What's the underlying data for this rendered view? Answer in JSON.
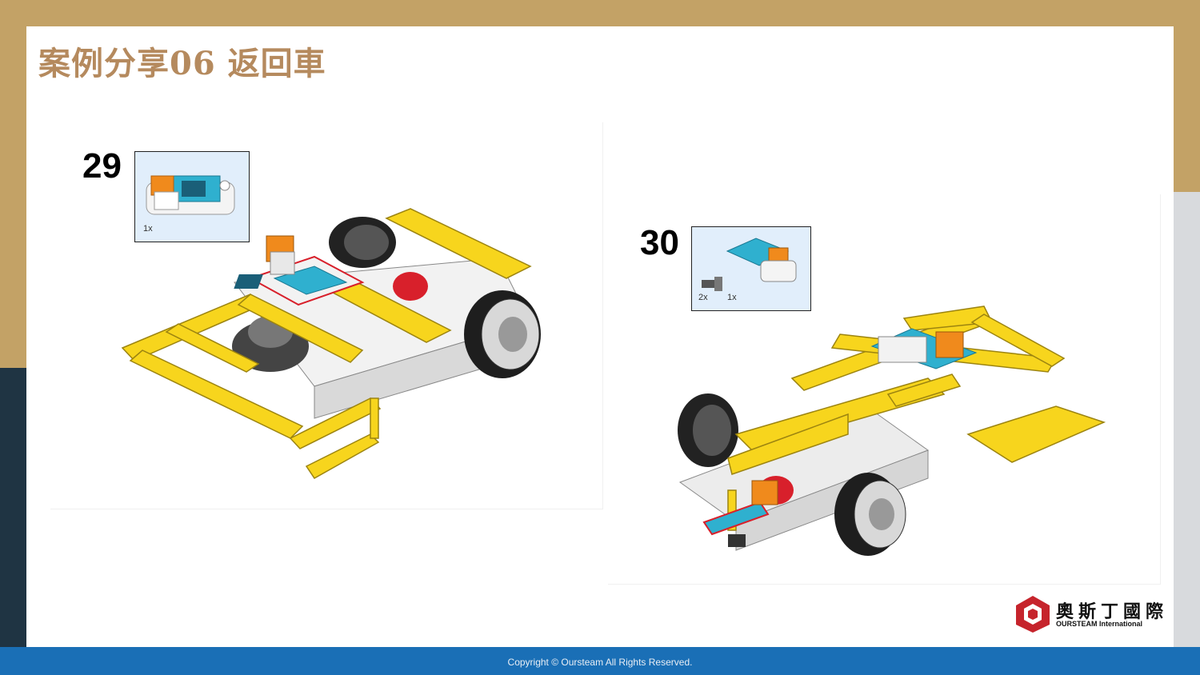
{
  "slide": {
    "title": "案例分享06 返回車"
  },
  "steps": [
    {
      "number": "29",
      "callout_quantities": [
        "1x"
      ]
    },
    {
      "number": "30",
      "callout_quantities": [
        "2x",
        "1x"
      ]
    }
  ],
  "logo": {
    "chinese": "奧斯丁國際",
    "english": "OURSTEAM International"
  },
  "footer": {
    "copyright": "Copyright © Oursteam All Rights Reserved."
  },
  "colors": {
    "background_gold": "#c3a266",
    "title_brown": "#b58a5e",
    "footer_blue": "#1a6fb6",
    "lego_yellow": "#f7d51d",
    "sensor_blue": "#2fb0cf",
    "connector_orange": "#f08a1c",
    "gear_red": "#d8202b",
    "logo_red": "#c6242c"
  }
}
